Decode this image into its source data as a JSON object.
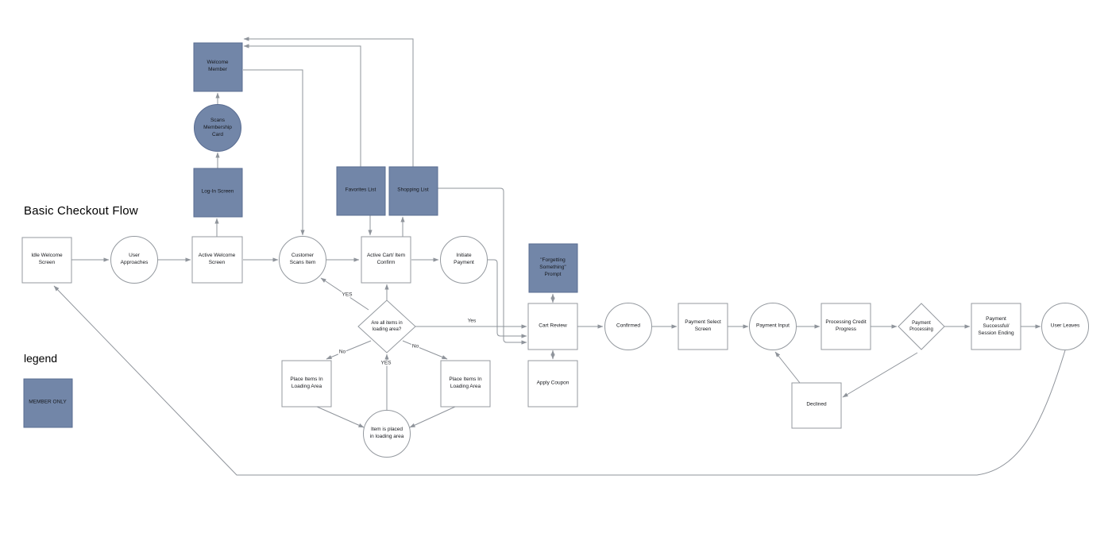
{
  "title": "Basic Checkout Flow",
  "legend": {
    "heading": "legend",
    "member_only_label": "MEMBER ONLY"
  },
  "colors": {
    "member_only_fill": "#7286a8",
    "member_only_border": "#5a6d92",
    "edge_color": "#8f949b"
  },
  "nodes": {
    "idle_welcome_screen": {
      "label": "Idle Welcome Screen",
      "shape": "rectangle"
    },
    "user_approaches": {
      "label": "User Approaches",
      "shape": "circle"
    },
    "active_welcome_screen": {
      "label": "Active Welcome Screen",
      "shape": "rectangle"
    },
    "customer_scans_item": {
      "label": "Customer Scans Item",
      "shape": "circle"
    },
    "active_cart_item_confirm": {
      "label": "Active Cart/ Item Confirm",
      "shape": "rectangle"
    },
    "initiate_payment": {
      "label": "Initiate Payment",
      "shape": "circle"
    },
    "log_in_screen": {
      "label": "Log-In Screen",
      "shape": "member-square"
    },
    "scans_membership_card": {
      "label": "Scans Membership Card",
      "shape": "member-circle"
    },
    "welcome_member": {
      "label": "Welcome Member",
      "shape": "member-square"
    },
    "favorites_list": {
      "label": "Favorites List",
      "shape": "member-square"
    },
    "shopping_list": {
      "label": "Shopping List",
      "shape": "member-square"
    },
    "forgetting_something_prompt": {
      "label": "\"Forgetting Something\" Prompt",
      "shape": "member-square"
    },
    "are_all_items_in_loading_area": {
      "label": "Are all items in loading area?",
      "shape": "diamond"
    },
    "place_items_in_loading_area_left": {
      "label": "Place Items In Loading Area",
      "shape": "rectangle"
    },
    "place_items_in_loading_area_right": {
      "label": "Place Items In Loading Area",
      "shape": "rectangle"
    },
    "item_is_placed_in_loading_area": {
      "label": "Item is placed in loading area",
      "shape": "circle"
    },
    "cart_review": {
      "label": "Cart Review",
      "shape": "rectangle"
    },
    "apply_coupon": {
      "label": "Apply Coupon",
      "shape": "rectangle"
    },
    "confirmed": {
      "label": "Confirmed",
      "shape": "circle"
    },
    "payment_select_screen": {
      "label": "Payment Select Screen",
      "shape": "rectangle"
    },
    "payment_input": {
      "label": "Payment Input",
      "shape": "circle"
    },
    "processing_credit_progress": {
      "label": "Processing Credit Progress",
      "shape": "rectangle"
    },
    "payment_processing": {
      "label": "Payment Processing",
      "shape": "diamond"
    },
    "declined": {
      "label": "Declined",
      "shape": "rectangle"
    },
    "payment_successful_session_ending": {
      "label": "Payment Successful/ Session Ending",
      "shape": "rectangle"
    },
    "user_leaves": {
      "label": "User Leaves",
      "shape": "circle"
    }
  },
  "edge_labels": {
    "scan_more": "YES",
    "to_cart_review": "Yes",
    "no_left": "No",
    "no_right": "No",
    "item_placed": "YES"
  }
}
